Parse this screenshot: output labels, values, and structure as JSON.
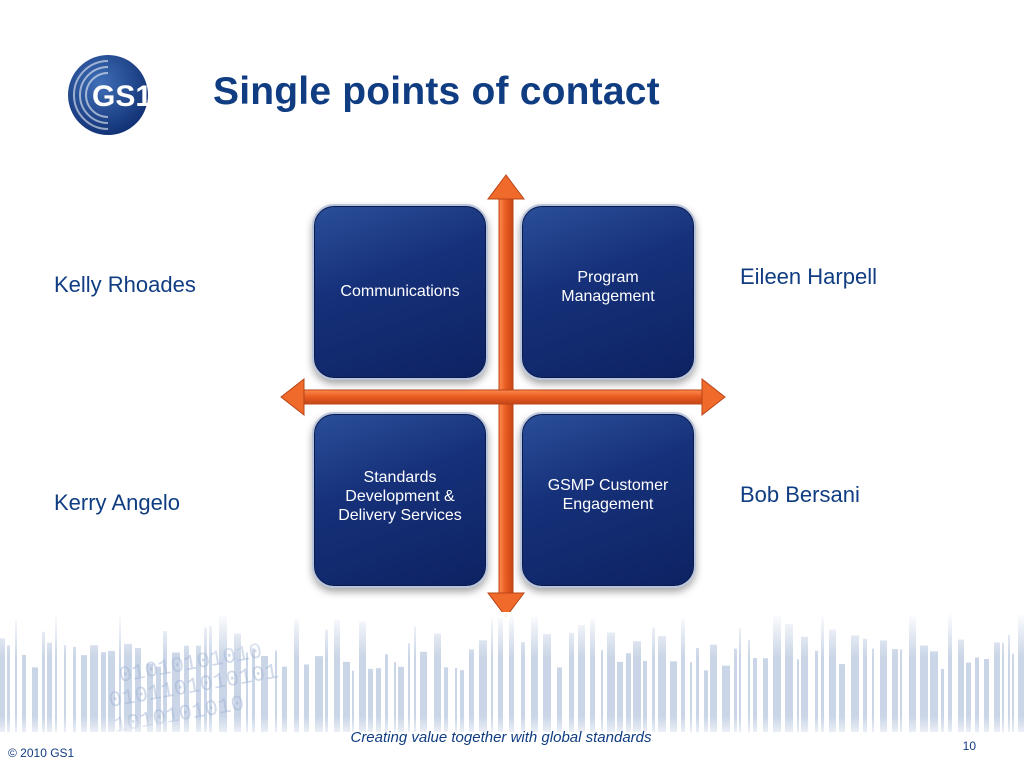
{
  "header": {
    "title": "Single points of contact",
    "logo_text": "GS1"
  },
  "quadrants": {
    "top_left": "Communications",
    "top_right": "Program\nManagement",
    "bottom_left": "Standards\nDevelopment &\nDelivery Services",
    "bottom_right": "GSMP Customer\nEngagement"
  },
  "contacts": {
    "top_left": "Kelly Rhoades",
    "top_right": "Eileen Harpell",
    "bottom_left": "Kerry Angelo",
    "bottom_right": "Bob Bersani"
  },
  "footer": {
    "tagline": "Creating value together with global standards",
    "copyright": "© 2010 GS1",
    "page_number": "10"
  },
  "colors": {
    "brand_blue": "#103d82",
    "box_fill": "#16317a",
    "arrow_orange": "#f06a2c"
  }
}
